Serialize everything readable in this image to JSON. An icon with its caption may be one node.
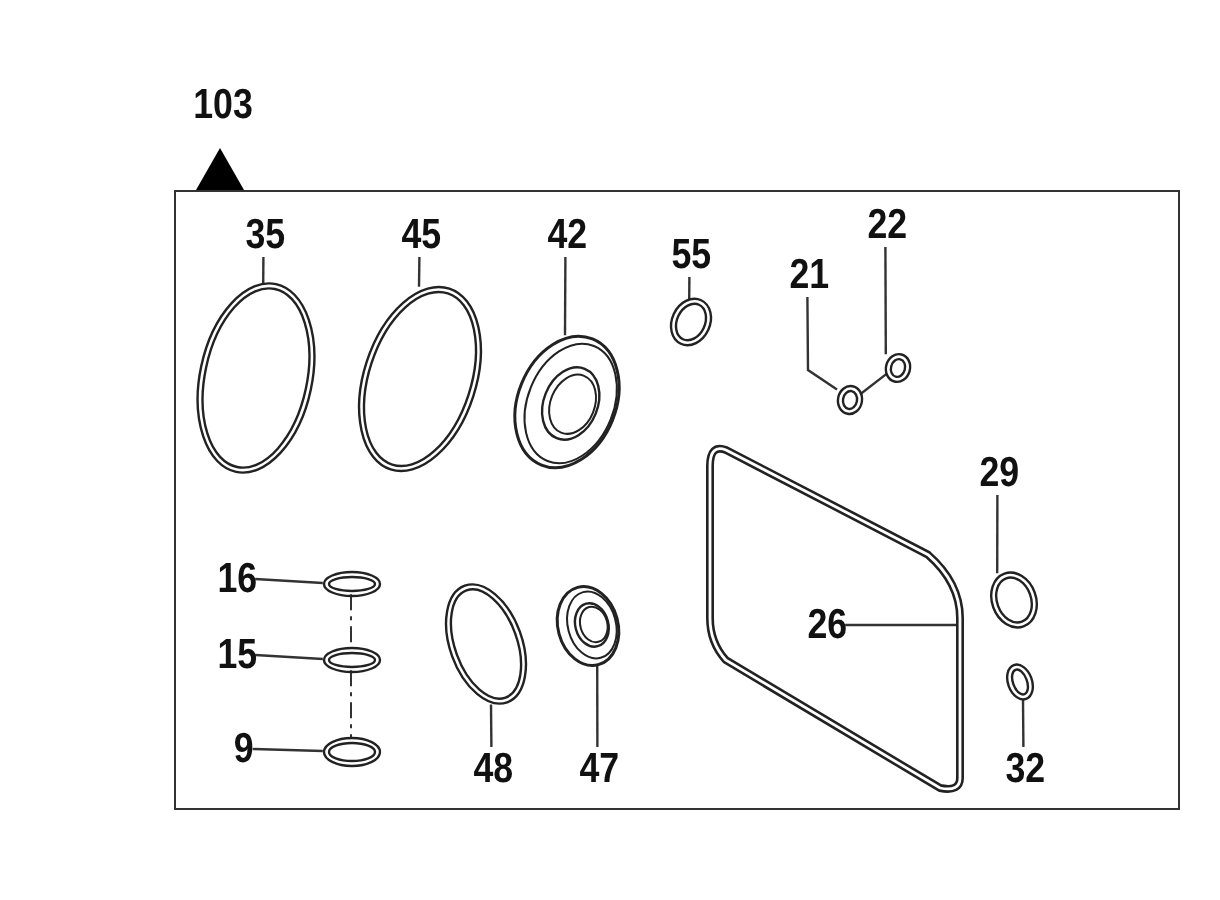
{
  "diagram": {
    "nodes": [
      {
        "text": [
          "103"
        ]
      },
      {
        "text": [
          "35"
        ],
        "in": 0
      },
      {
        "text": [],
        "shape": "circle",
        "in": 0
      },
      {
        "text": [
          "45"
        ],
        "in": 0
      },
      {
        "text": [],
        "shape": "circle",
        "in": 0
      },
      {
        "text": [
          "42"
        ],
        "in": 0
      },
      {
        "text": [],
        "shape": "picture",
        "in": 0
      },
      {
        "text": [
          "55"
        ],
        "in": 0
      },
      {
        "text": [],
        "shape": "circle",
        "in": 0
      },
      {
        "text": [
          "21"
        ],
        "in": 0
      },
      {
        "text": [],
        "shape": "circle",
        "in": 0
      },
      {
        "text": [
          "22"
        ],
        "in": 0
      },
      {
        "text": [],
        "shape": "circle",
        "in": 0
      },
      {
        "text": [
          "29"
        ],
        "in": 0
      },
      {
        "text": [],
        "shape": "circle",
        "in": 0
      },
      {
        "text": [],
        "shape": "box",
        "in": 0
      },
      {
        "text": [
          "26"
        ],
        "in": 15
      },
      {
        "text": [
          "16"
        ],
        "in": 0
      },
      {
        "text": [],
        "shape": "circle",
        "in": 0
      },
      {
        "text": [
          "15"
        ],
        "in": 0
      },
      {
        "text": [],
        "shape": "circle",
        "in": 0
      },
      {
        "text": [
          "9"
        ],
        "in": 0
      },
      {
        "text": [],
        "shape": "circle",
        "in": 0
      },
      {
        "text": [
          "48"
        ],
        "in": 0
      },
      {
        "text": [],
        "shape": "circle",
        "in": 0
      },
      {
        "text": [
          "47"
        ],
        "in": 0
      },
      {
        "text": [],
        "shape": "picture",
        "in": 0
      },
      {
        "text": [
          "32"
        ],
        "in": 0
      },
      {
        "text": [],
        "shape": "circle",
        "in": 0
      }
    ],
    "edges": [
      {
        "from": 1,
        "to": 2,
        "arrow": "none"
      },
      {
        "from": 3,
        "to": 4,
        "arrow": "none"
      },
      {
        "from": 5,
        "to": 6,
        "arrow": "none"
      },
      {
        "from": 7,
        "to": 8,
        "arrow": "none"
      },
      {
        "from": 9,
        "to": 10,
        "arrow": "none"
      },
      {
        "from": 11,
        "to": 12,
        "arrow": "none"
      },
      {
        "from": 13,
        "to": 14,
        "arrow": "none"
      },
      {
        "from": 16,
        "to": 15,
        "arrow": "none"
      },
      {
        "from": 17,
        "to": 18,
        "arrow": "none"
      },
      {
        "from": 19,
        "to": 20,
        "arrow": "none"
      },
      {
        "from": 21,
        "to": 22,
        "arrow": "none"
      },
      {
        "from": 23,
        "to": 24,
        "arrow": "none"
      },
      {
        "from": 25,
        "to": 26,
        "arrow": "none"
      },
      {
        "from": 27,
        "to": 28,
        "arrow": "none"
      },
      {
        "from": 10,
        "to": 12,
        "arrow": "none"
      },
      {
        "from": 18,
        "to": 20,
        "arrow": "none",
        "style": "dashed"
      },
      {
        "from": 20,
        "to": 22,
        "arrow": "none",
        "style": "dashed"
      }
    ]
  }
}
